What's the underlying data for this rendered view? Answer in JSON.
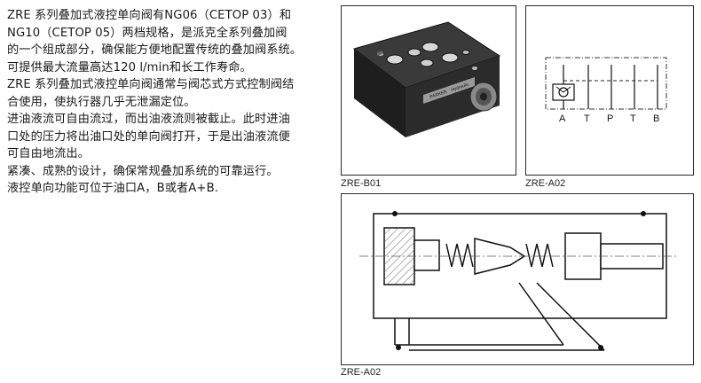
{
  "description": {
    "lines": [
      "ZRE 系列叠加式液控单向阀有NG06（CETOP 03）和",
      "NG10（CETOP 05）两档规格，是派克全系列叠加阀",
      "的一个组成部分，确保能方便地配置传统的叠加阀系统。",
      "可提供最大流量高达120 l/min和长工作寿命。",
      "ZRE 系列叠加式液控单向阀通常与阀芯式方式控制阀结",
      "合使用，使执行器几乎无泄漏定位。",
      "进油液流可自由流过，而出油液流则被截止。此时进油",
      "口处的压力将出油口处的单向阀打开，于是出油液流便",
      "可自由地流出。",
      "紧凑、成熟的设计，确保常规叠加系统的可靠运行。",
      "液控单向功能可位于油口A，B或者A+B."
    ]
  },
  "figures": {
    "photo": {
      "caption": "ZRE-B01",
      "nameplate_left": "PARKER",
      "nameplate_right": "Hydraulic"
    },
    "symbol": {
      "caption": "ZRE-A02",
      "ports": [
        "A",
        "T",
        "P",
        "T",
        "B"
      ]
    },
    "section": {
      "caption": "ZRE-A02"
    }
  }
}
